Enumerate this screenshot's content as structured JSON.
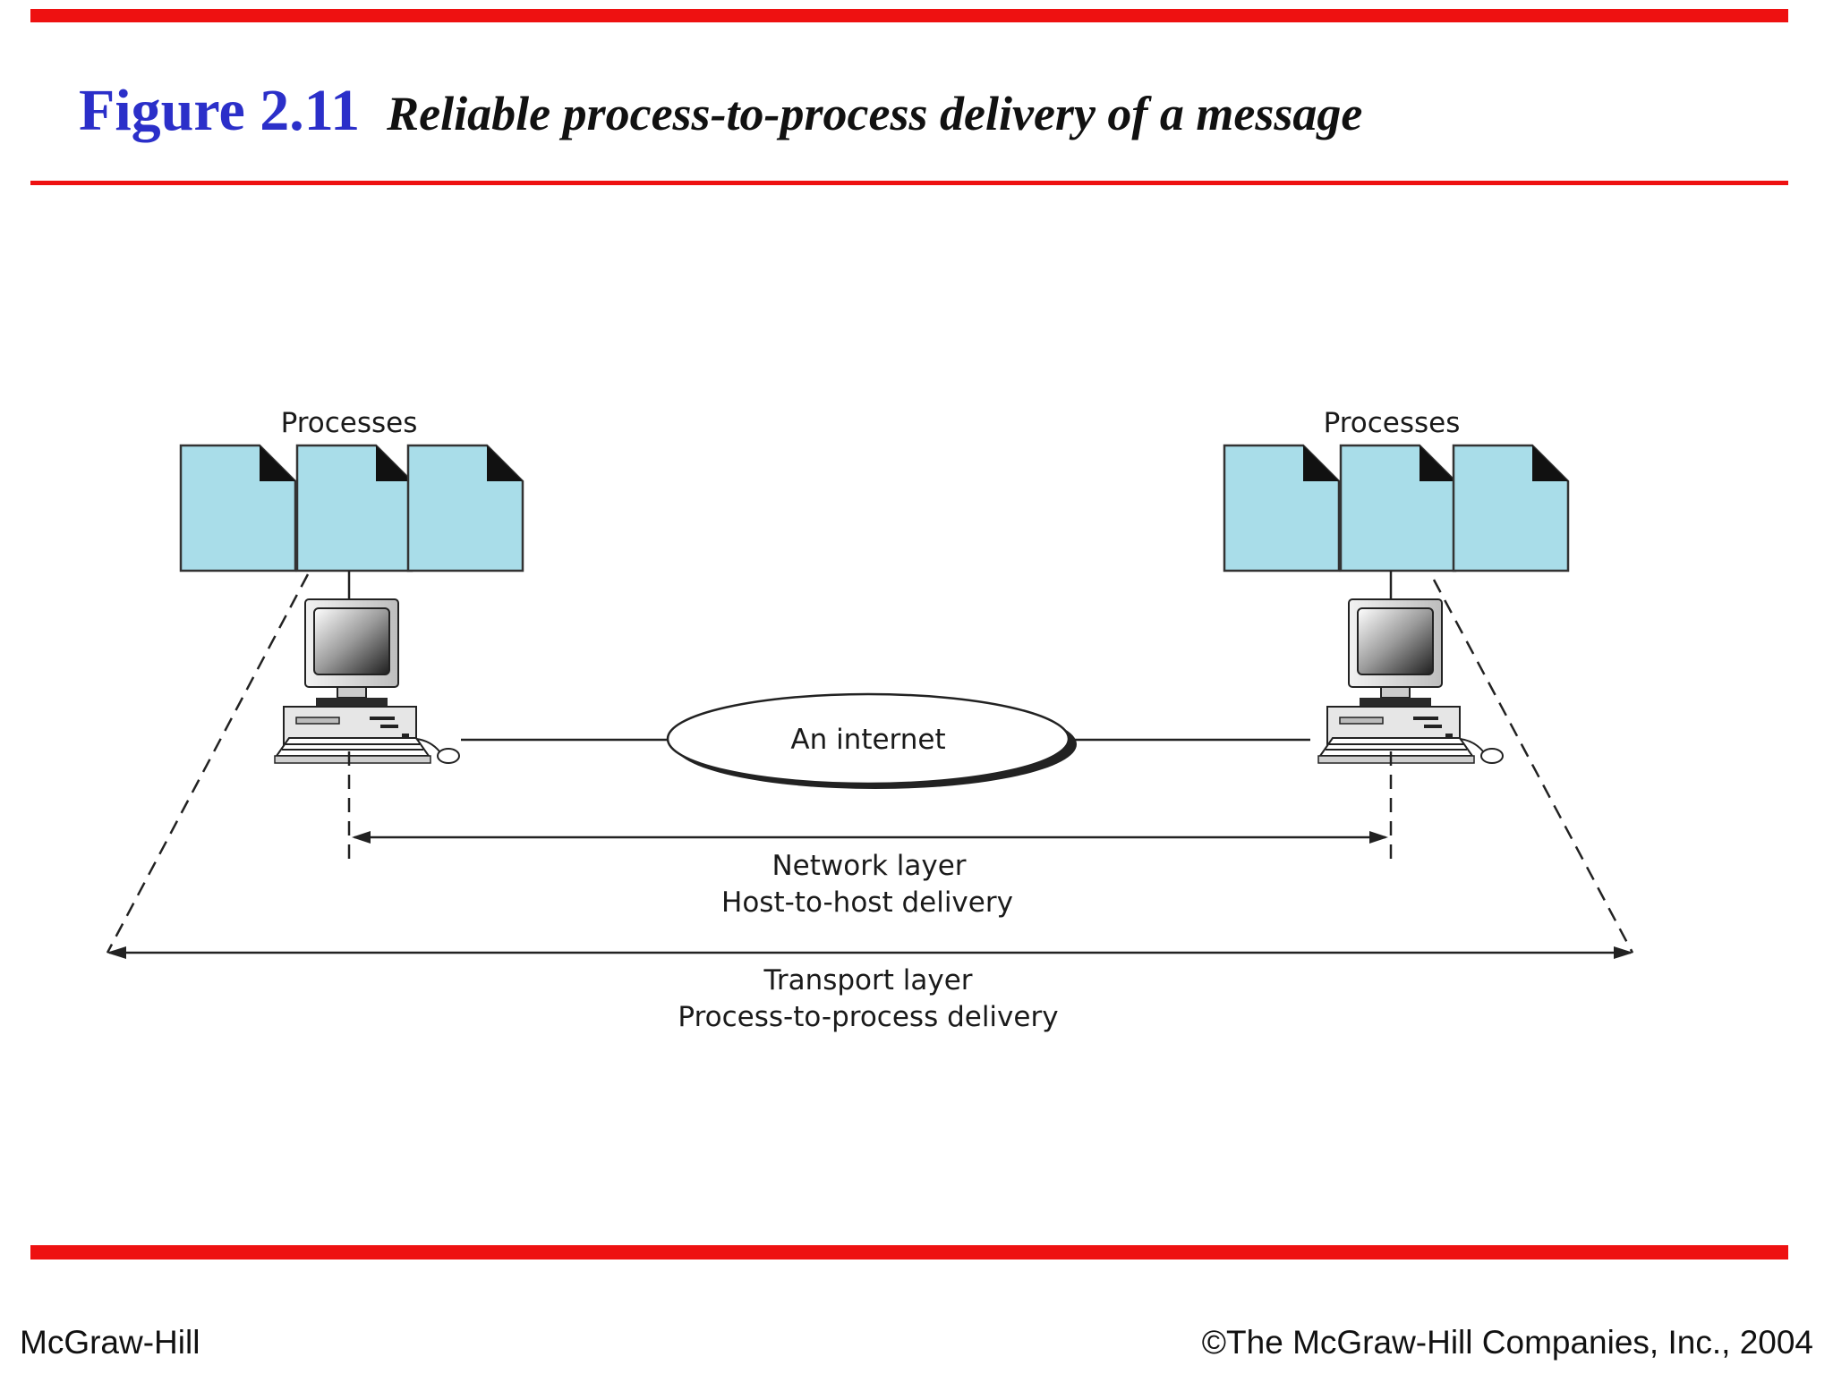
{
  "title": {
    "figure_number": "Figure 2.11",
    "caption": "Reliable process-to-process delivery of a message"
  },
  "diagram": {
    "left_host": {
      "label": "Processes",
      "process_count": 3
    },
    "right_host": {
      "label": "Processes",
      "process_count": 3
    },
    "cloud_label": "An internet",
    "network_layer": {
      "line1": "Network layer",
      "line2": "Host-to-host delivery"
    },
    "transport_layer": {
      "line1": "Transport layer",
      "line2": "Process-to-process delivery"
    }
  },
  "footer": {
    "left": "McGraw-Hill",
    "right": "©The McGraw-Hill Companies, Inc., 2004"
  },
  "colors": {
    "rule": "#ee1111",
    "figure_number": "#2b2fc9",
    "process_fill": "#a9dde9"
  }
}
